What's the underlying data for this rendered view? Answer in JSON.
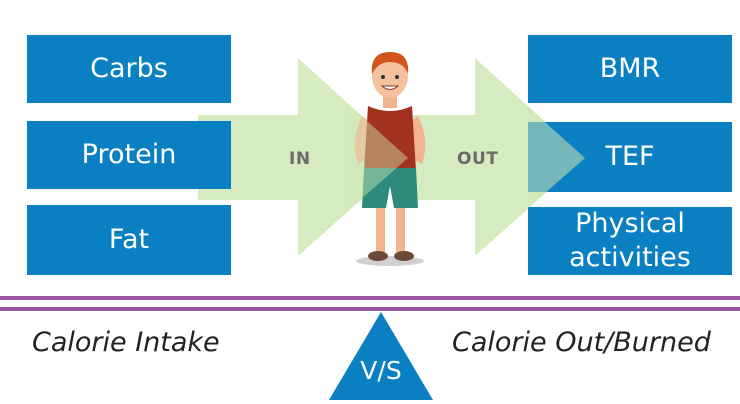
{
  "intake_items": [
    "Carbs",
    "Protein",
    "Fat"
  ],
  "burned_items": [
    "BMR",
    "TEF",
    "Physical activities"
  ],
  "arrow_labels": {
    "in": "IN",
    "out": "OUT"
  },
  "captions": {
    "intake": "Calorie Intake",
    "burned": "Calorie Out/Burned"
  },
  "vs_label": "V/S",
  "colors": {
    "box_blue": "#0a7fc2",
    "arrow_green": "#cfe8b4",
    "divider_purple": "#9b56a1",
    "shirt_red": "#a3311f",
    "shorts_teal": "#2f8a7e",
    "hair_orange": "#d1551a"
  }
}
